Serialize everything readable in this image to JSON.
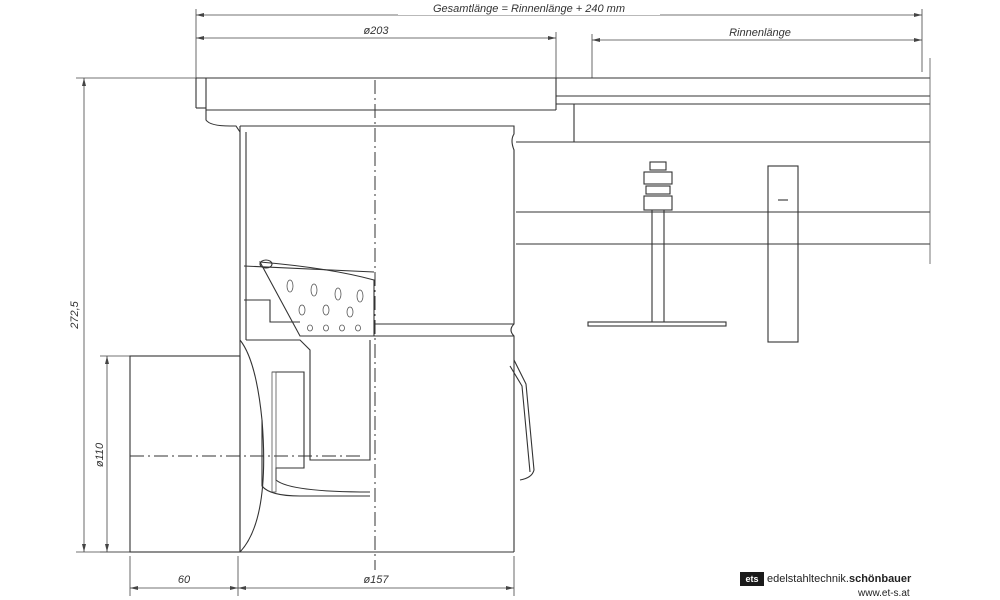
{
  "dimensions": {
    "total_length": "Gesamtlänge = Rinnenlänge + 240 mm",
    "diameter_top": "ø203",
    "channel_length": "Rinnenlänge",
    "height": "272,5",
    "pipe_diameter": "ø110",
    "offset_bottom": "60",
    "diameter_bottom": "ø157"
  },
  "brand": {
    "logo_mark": "ets",
    "name_light": "edelstahltechnik.",
    "name_bold": "schönbauer",
    "website": "www.et-s.at"
  }
}
